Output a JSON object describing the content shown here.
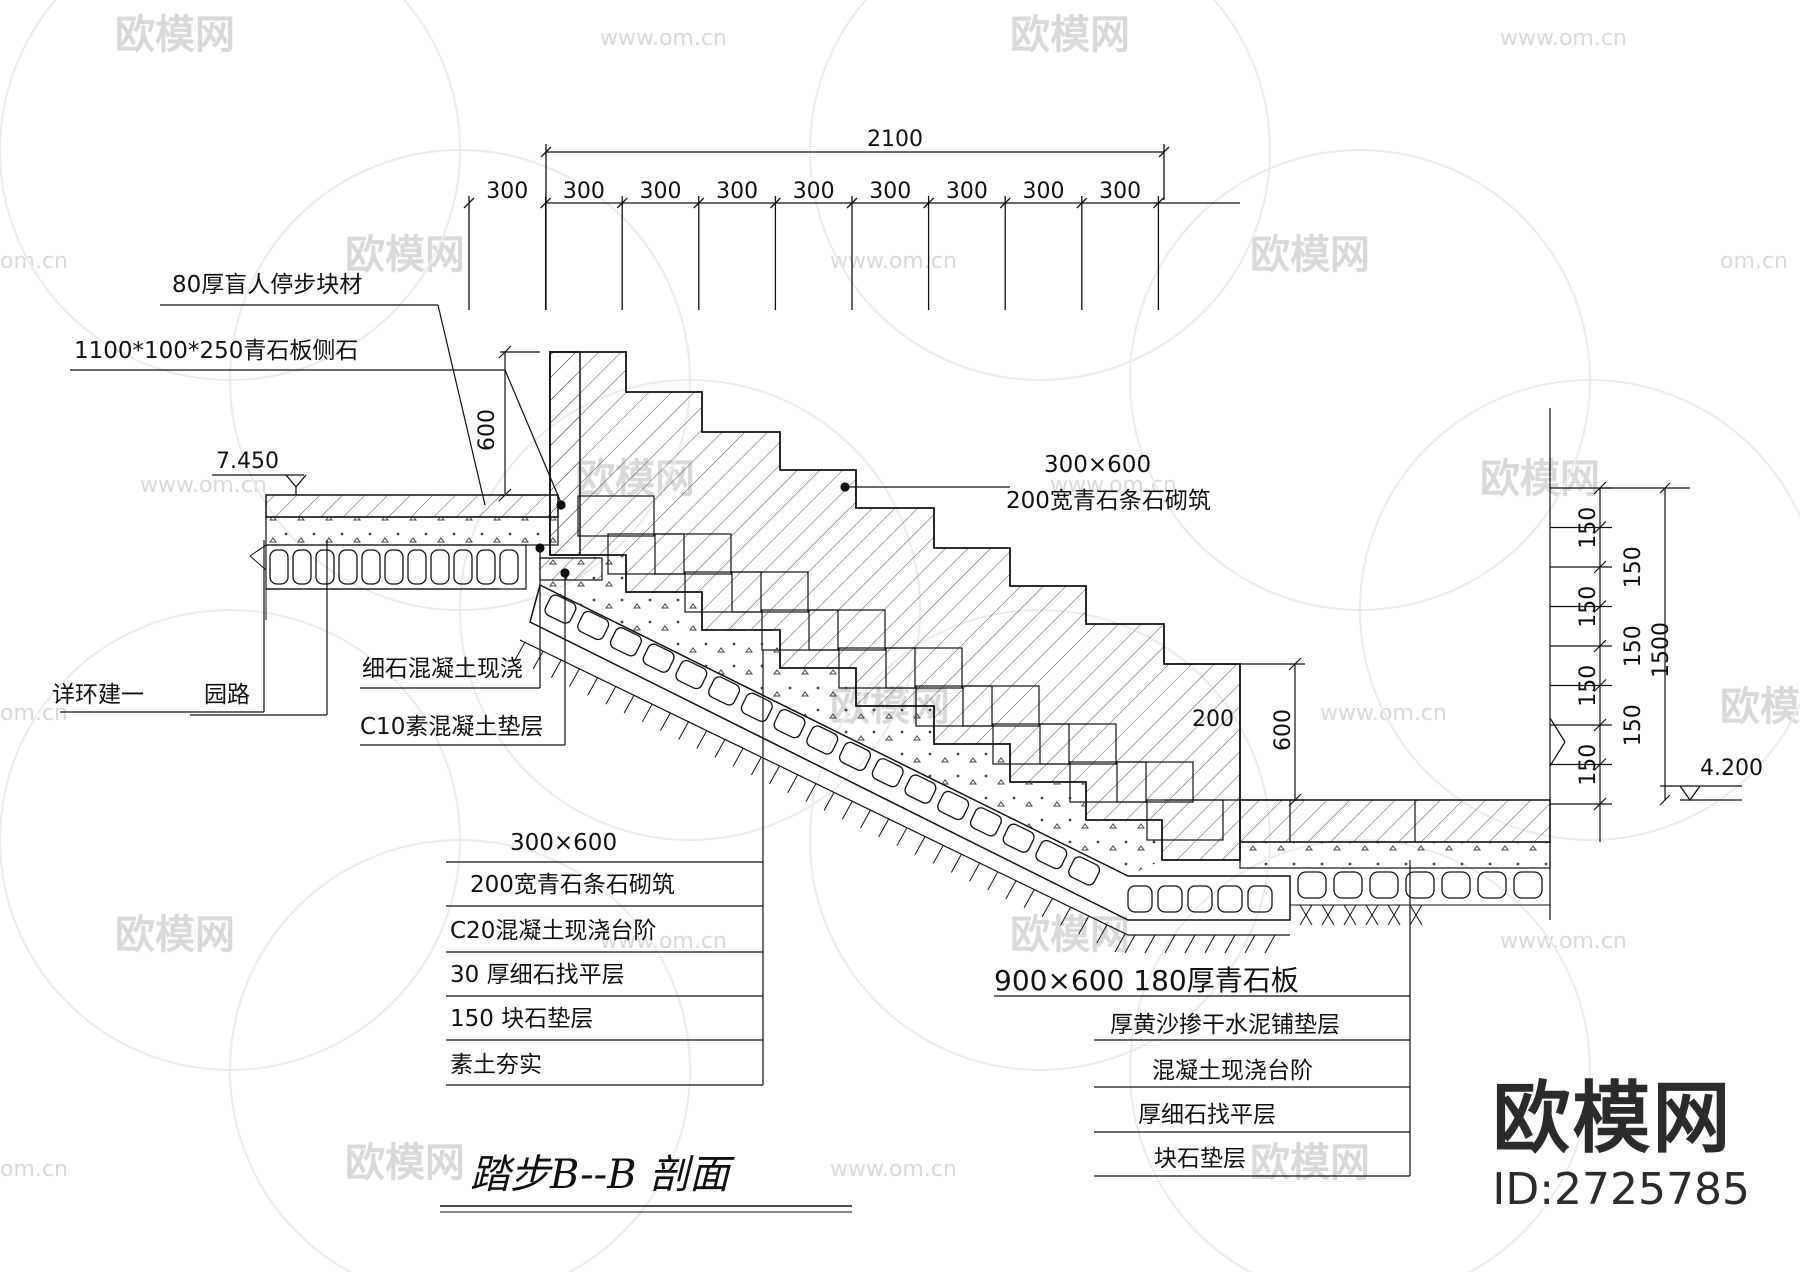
{
  "title": "踏步B--B 剖面",
  "watermark": {
    "brand": "欧模网",
    "url": "www.om.cn",
    "url_short": "om.cn"
  },
  "brand_logo": {
    "name": "欧模网",
    "id": "ID:2725785"
  },
  "dimensions": {
    "total_width": "2100",
    "segments": [
      "300",
      "300",
      "300",
      "300",
      "300",
      "300",
      "300",
      "300",
      "300"
    ],
    "curb_height": "600",
    "lower_height": "600",
    "lower_width": "200",
    "risers": [
      "150",
      "150",
      "150",
      "150",
      "150",
      "150",
      "150"
    ],
    "riser_total": "1500"
  },
  "elevations": {
    "top": "7.450",
    "bottom": "4.200"
  },
  "labels": {
    "tactile": "80厚盲人停步块材",
    "curb": "1100*100*250青石板侧石",
    "stone_a1": "300×600",
    "stone_a2": "200宽青石条石砌筑",
    "ref_a": "详环建一",
    "ref_b": "园路",
    "fine_concrete": "细石混凝土现浇",
    "c10": "C10素混凝土垫层"
  },
  "legend_left": {
    "size": "300×600",
    "items": [
      "200宽青石条石砌筑",
      "C20混凝土现浇台阶",
      "30 厚细石找平层",
      "150 块石垫层",
      "素土夯实"
    ]
  },
  "legend_right": {
    "items": [
      "900×600 180厚青石板",
      "厚黄沙掺干水泥铺垫层",
      "混凝土现浇台阶",
      "厚细石找平层",
      "块石垫层"
    ]
  }
}
